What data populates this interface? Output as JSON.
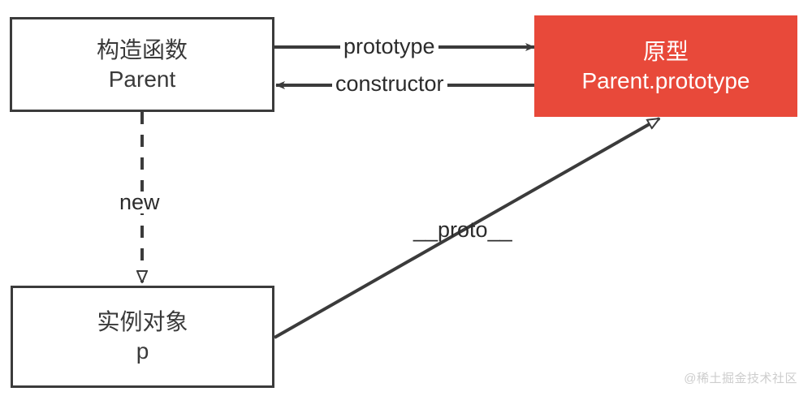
{
  "diagram": {
    "title": "JavaScript prototype chain diagram",
    "colors": {
      "accent": "#e8493a",
      "stroke": "#3b3b3b",
      "text": "#3a3a3a",
      "background": "#ffffff",
      "watermark": "#cdcdcd"
    },
    "nodes": [
      {
        "id": "constructor",
        "line1": "构造函数",
        "line2": "Parent",
        "style": "plain"
      },
      {
        "id": "prototype",
        "line1": "原型",
        "line2": "Parent.prototype",
        "style": "accent"
      },
      {
        "id": "instance",
        "line1": "实例对象",
        "line2": "p",
        "style": "plain"
      }
    ],
    "edges": [
      {
        "id": "prototype-edge",
        "label": "prototype",
        "from": "constructor",
        "to": "prototype",
        "style": "solid",
        "arrow": "filled"
      },
      {
        "id": "constructor-edge",
        "label": "constructor",
        "from": "prototype",
        "to": "constructor",
        "style": "solid",
        "arrow": "filled"
      },
      {
        "id": "new-edge",
        "label": "new",
        "from": "constructor",
        "to": "instance",
        "style": "dashed",
        "arrow": "hollow"
      },
      {
        "id": "proto-edge",
        "label": "__proto__",
        "from": "instance",
        "to": "prototype",
        "style": "solid",
        "arrow": "hollow"
      }
    ],
    "watermark": "@稀土掘金技术社区"
  }
}
